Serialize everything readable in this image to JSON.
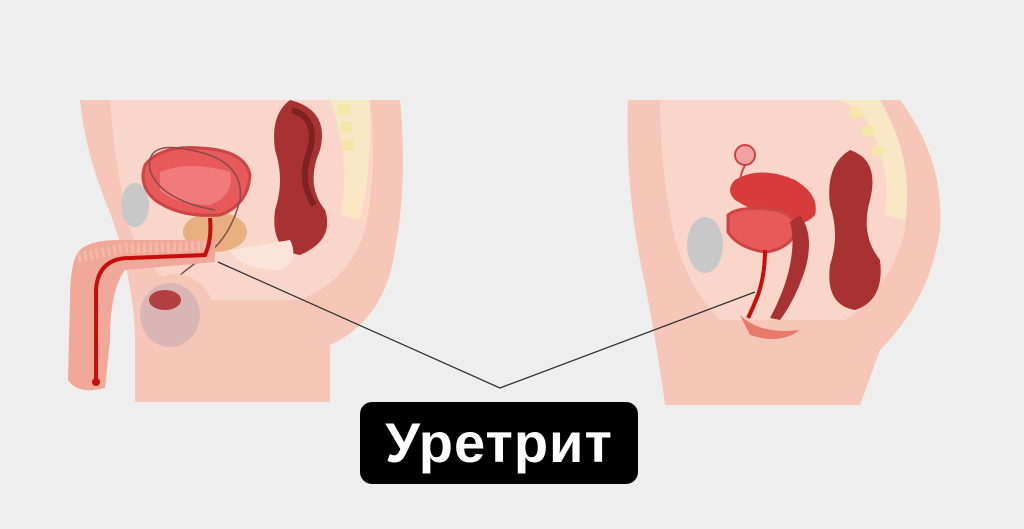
{
  "label": "Уретрит",
  "colors": {
    "background": "#efeeee",
    "skin": "#f6c6b8",
    "skin_dark": "#f0a898",
    "fat": "#f8e6c4",
    "organ_red": "#d73b3b",
    "organ_dark": "#a83232",
    "bladder": "#e85a5a",
    "urethra": "#c80d0d",
    "bone": "#f6efc8",
    "grey_organ": "#c8c8c8",
    "pointer_line": "#333333"
  },
  "figures": [
    "male-pelvis-cross-section",
    "female-pelvis-cross-section"
  ]
}
